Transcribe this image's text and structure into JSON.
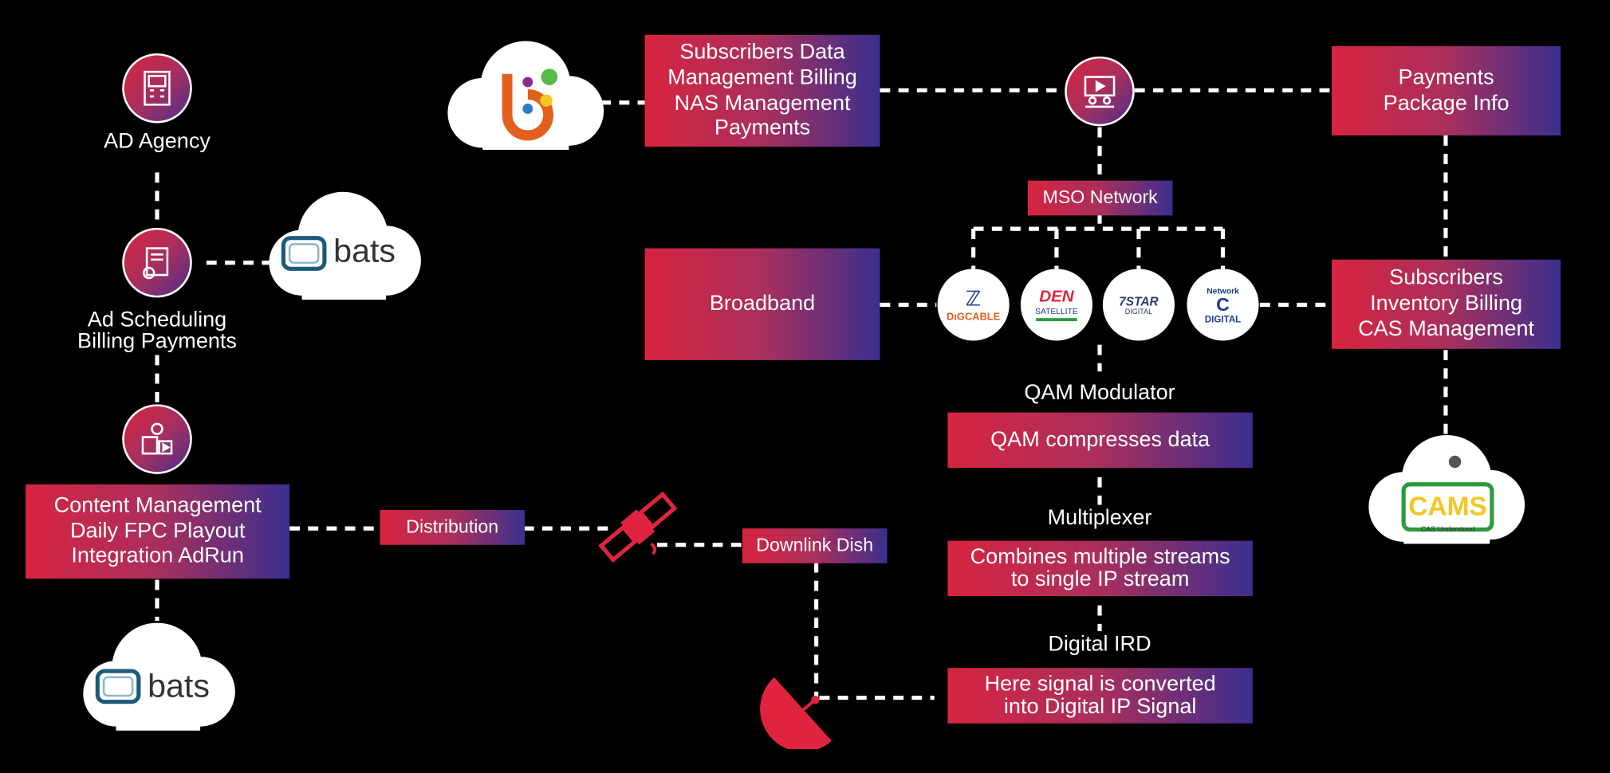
{
  "left_column": {
    "ad_agency": "AD Agency",
    "ad_scheduling": "Ad Scheduling\nBilling Payments",
    "content_box": "Content Management\nDaily FPC Playout\nIntegration AdRun",
    "distribution": "Distribution",
    "bats_logo": "bats"
  },
  "top_row": {
    "subscribers_data": "Subscribers Data\nManagement Billing\nNAS Management\nPayments",
    "payments": "Payments\nPackage Info"
  },
  "network": {
    "mso": "MSO Network",
    "broadband": "Broadband",
    "subscribers_inventory": "Subscribers\nInventory Billing\nCAS Management",
    "operators": [
      {
        "name": "DigiCable",
        "text": "DıGCABLE"
      },
      {
        "name": "DEN Satellite",
        "text": "DEN",
        "sub": "SATELLITE"
      },
      {
        "name": "7 Star Digital",
        "text": "7STAR",
        "sub": "DIGITAL"
      },
      {
        "name": "Network Digital",
        "text": "Network",
        "sub": "DIGITAL"
      }
    ]
  },
  "chain": {
    "qam_label": "QAM Modulator",
    "qam_box": "QAM compresses data",
    "mux_label": "Multiplexer",
    "mux_box": "Combines multiple streams\nto single IP stream",
    "ird_label": "Digital IRD",
    "ird_box": "Here signal is converted\ninto Digital IP Signal",
    "downlink": "Downlink Dish"
  },
  "cams": {
    "logo": "CAMS",
    "tagline": "CAS Understood"
  },
  "colors": {
    "red": "#d8243f",
    "purple": "#3b2f8e",
    "line": "#ffffff"
  }
}
